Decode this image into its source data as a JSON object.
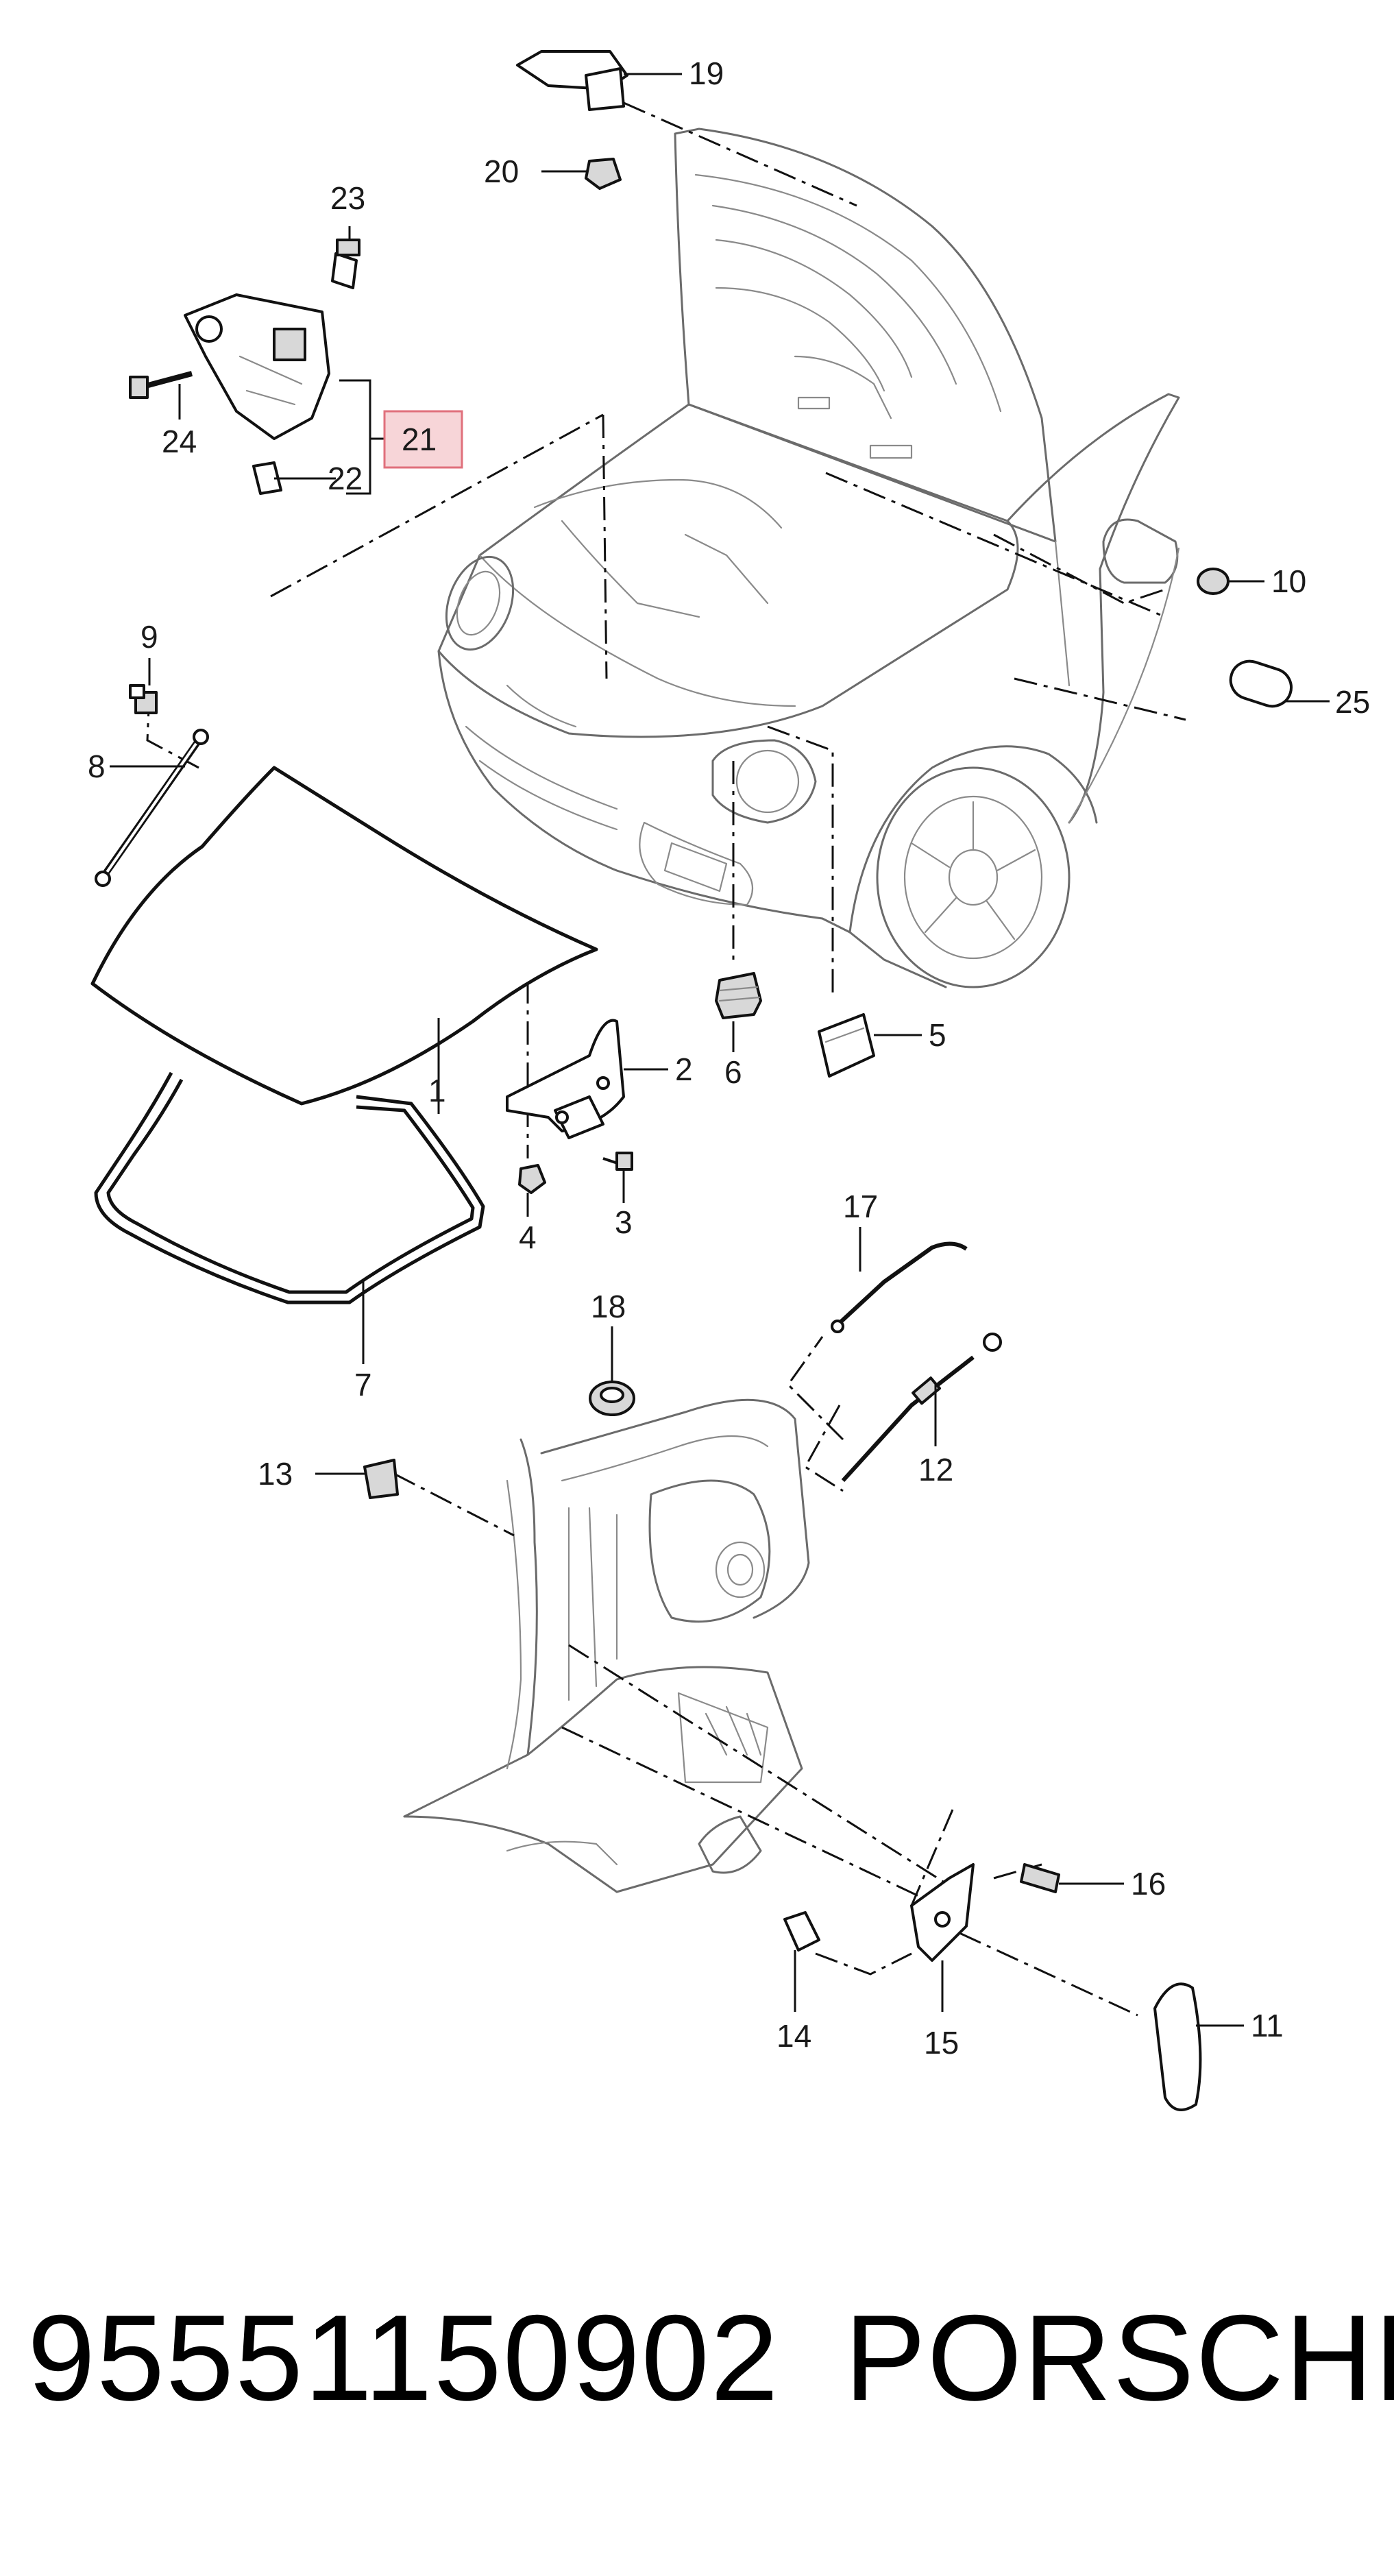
{
  "labels": {
    "p1": "1",
    "p2": "2",
    "p3": "3",
    "p4": "4",
    "p5": "5",
    "p6": "6",
    "p7": "7",
    "p8": "8",
    "p9": "9",
    "p10": "10",
    "p11": "11",
    "p12": "12",
    "p13": "13",
    "p14": "14",
    "p15": "15",
    "p16": "16",
    "p17": "17",
    "p18": "18",
    "p19": "19",
    "p20": "20",
    "p21": "21",
    "p22": "22",
    "p23": "23",
    "p24": "24",
    "p25": "25"
  },
  "highlighted_label": "21",
  "highlight_color": "#f7d5d8",
  "footer": {
    "part_number": "95551150902",
    "brand": "PORSCHE"
  }
}
